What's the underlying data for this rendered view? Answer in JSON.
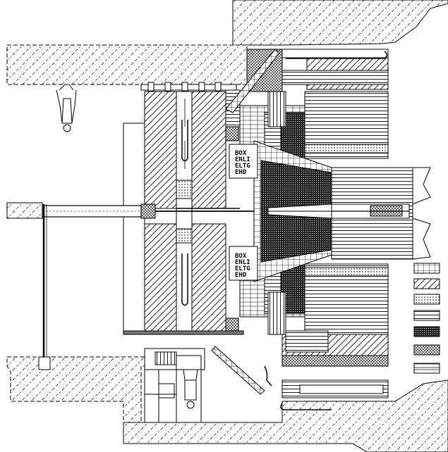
{
  "diagram": {
    "type": "engineering cross-section drawing",
    "colors": {
      "ink": "#000000",
      "paper": "#ffffff"
    },
    "module_labels": {
      "upper": [
        "BOX",
        "ENLI",
        "ELTG",
        "EHD"
      ],
      "lower": [
        "BOX",
        "ENLI",
        "ELTG",
        "EHD"
      ]
    },
    "legend": {
      "entries": [
        {
          "pattern": "grid"
        },
        {
          "pattern": "diagonal-hatch"
        },
        {
          "pattern": "dots"
        },
        {
          "pattern": "horizontal-lines"
        },
        {
          "pattern": "dense-crosshatch"
        },
        {
          "pattern": "fine-crosshatch"
        },
        {
          "pattern": "double-lines"
        }
      ]
    }
  }
}
